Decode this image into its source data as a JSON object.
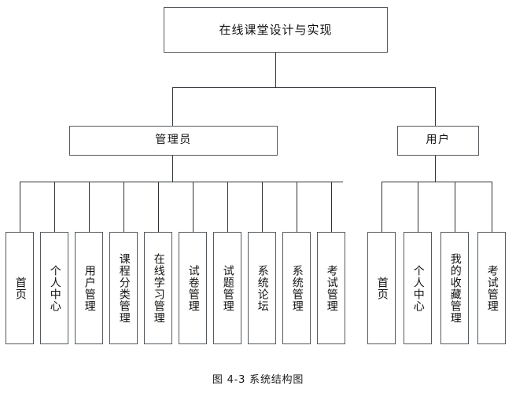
{
  "figure": {
    "caption": "图 4-3 系统结构图",
    "root": {
      "label": "在线课堂设计与实现"
    },
    "branches": [
      {
        "key": "admin",
        "label": "管理员",
        "leaves": [
          {
            "label": "首页"
          },
          {
            "label": "个人中心"
          },
          {
            "label": "用户管理"
          },
          {
            "label": "课程分类管理"
          },
          {
            "label": "在线学习管理"
          },
          {
            "label": "试卷管理"
          },
          {
            "label": "试题管理"
          },
          {
            "label": "系统论坛"
          },
          {
            "label": "系统管理"
          },
          {
            "label": "考试管理"
          }
        ]
      },
      {
        "key": "user",
        "label": "用户",
        "leaves": [
          {
            "label": "首页"
          },
          {
            "label": "个人中心"
          },
          {
            "label": "我的收藏管理"
          },
          {
            "label": "考试管理"
          }
        ]
      }
    ]
  },
  "colors": {
    "box_border": "#555a5e",
    "line": "#2e3236",
    "background": "#ffffff",
    "text": "#111111"
  }
}
